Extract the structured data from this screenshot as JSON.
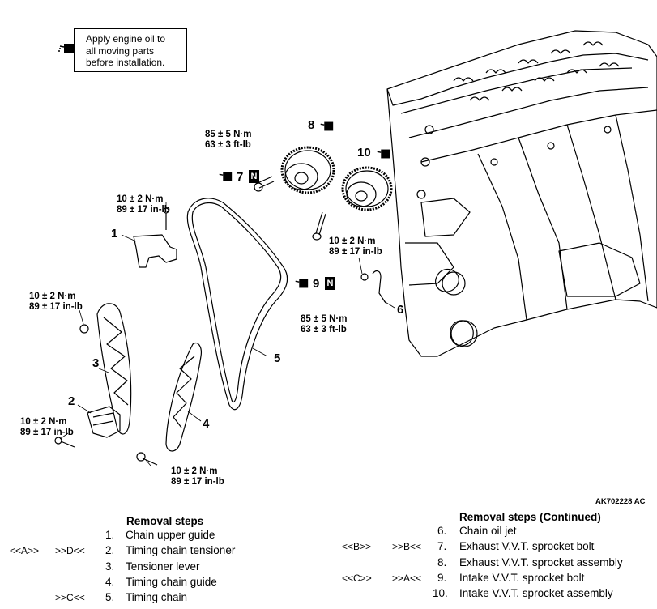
{
  "oil_note": {
    "line1": "Apply engine oil to",
    "line2": "all moving parts",
    "line3": "before installation."
  },
  "callouts": {
    "c1": "1",
    "c2": "2",
    "c3": "3",
    "c4": "4",
    "c5": "5",
    "c6": "6",
    "c7": "7",
    "c8": "8",
    "c9": "9",
    "c10": "10",
    "n_mark": "N"
  },
  "torques": {
    "t7_a": "85 ± 5 N·m",
    "t7_b": "63 ± 3 ft-lb",
    "t1_a": "10 ± 2 N·m",
    "t1_b": "89 ± 17 in-lb",
    "t3_a": "10 ± 2 N·m",
    "t3_b": "89 ± 17 in-lb",
    "t2_a": "10 ± 2 N·m",
    "t2_b": "89 ± 17 in-lb",
    "t4_a": "10 ± 2 N·m",
    "t4_b": "89 ± 17 in-lb",
    "t6_a": "10 ± 2 N·m",
    "t6_b": "89 ± 17 in-lb",
    "t9_a": "85 ± 5 N·m",
    "t9_b": "63 ± 3 ft-lb"
  },
  "figure_id": "AK702228 AC",
  "removal_steps": {
    "title": "Removal steps",
    "steps": [
      {
        "num": "1.",
        "label": "Chain upper guide",
        "rem": "",
        "inst": ""
      },
      {
        "num": "2.",
        "label": "Timing chain tensioner",
        "rem": "<<A>>",
        "inst": ">>D<<"
      },
      {
        "num": "3.",
        "label": "Tensioner lever",
        "rem": "",
        "inst": ""
      },
      {
        "num": "4.",
        "label": "Timing chain guide",
        "rem": "",
        "inst": ""
      },
      {
        "num": "5.",
        "label": "Timing chain",
        "rem": "",
        "inst": ">>C<<"
      }
    ]
  },
  "removal_steps_continued": {
    "title": "Removal steps (Continued)",
    "steps": [
      {
        "num": "6.",
        "label": "Chain oil jet",
        "rem": "",
        "inst": ""
      },
      {
        "num": "7.",
        "label": "Exhaust V.V.T. sprocket bolt",
        "rem": "<<B>>",
        "inst": ">>B<<"
      },
      {
        "num": "8.",
        "label": "Exhaust V.V.T. sprocket assembly",
        "rem": "",
        "inst": ""
      },
      {
        "num": "9.",
        "label": "Intake V.V.T. sprocket bolt",
        "rem": "<<C>>",
        "inst": ">>A<<"
      },
      {
        "num": "10.",
        "label": "Intake V.V.T. sprocket assembly",
        "rem": "",
        "inst": ""
      }
    ]
  }
}
